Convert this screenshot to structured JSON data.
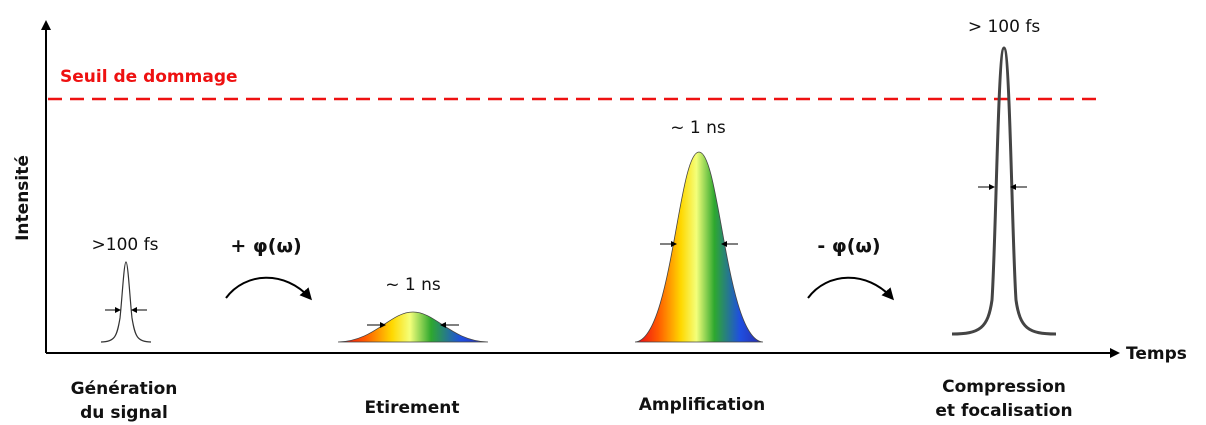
{
  "axes": {
    "y_label": "Intensité",
    "x_label": "Temps"
  },
  "threshold": {
    "label": "Seuil de dommage",
    "color": "#ee1111"
  },
  "pulses": [
    {
      "duration_label": ">100 fs"
    },
    {
      "duration_label": "~ 1 ns"
    },
    {
      "duration_label": "~ 1 ns"
    },
    {
      "duration_label": "> 100 fs"
    }
  ],
  "operators": {
    "stretch": "+ φ(ω)",
    "compress": "- φ(ω)"
  },
  "stages": {
    "generation_line1": "Génération",
    "generation_line2": "du signal",
    "stretching": "Etirement",
    "amplification": "Amplification",
    "compression_line1": "Compression",
    "compression_line2": "et focalisation"
  }
}
